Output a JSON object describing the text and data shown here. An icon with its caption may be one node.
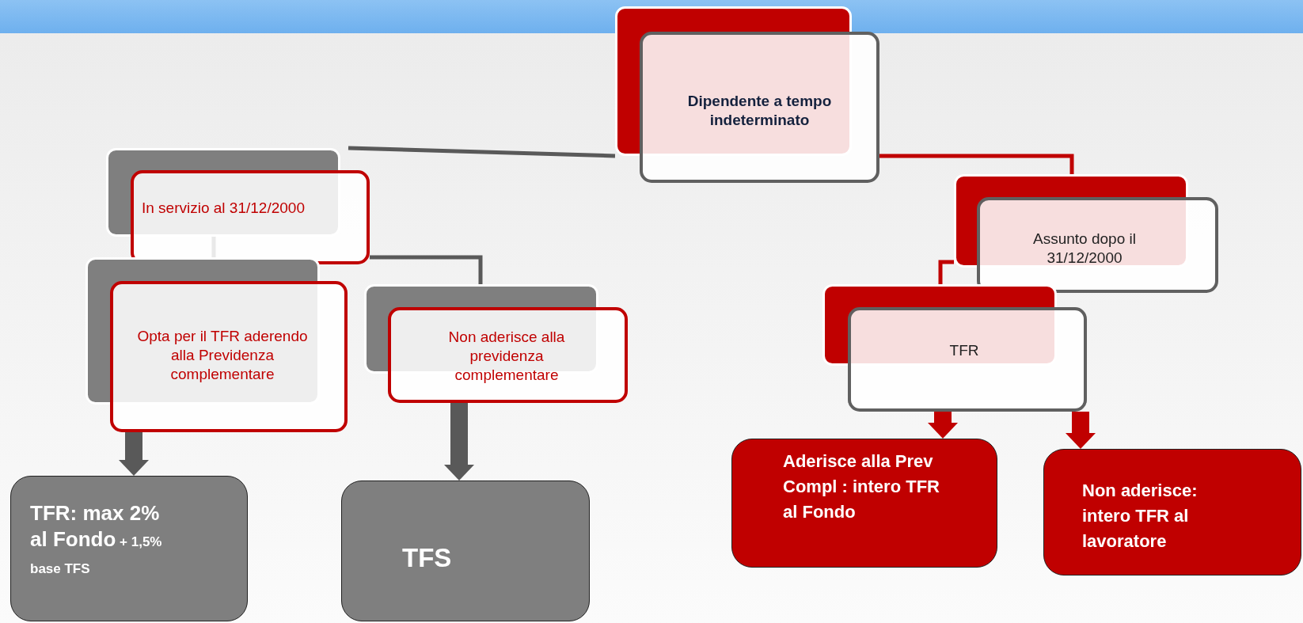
{
  "diagram": {
    "nodes": [
      {
        "text": [
          "Dipendente a tempo indeterminato"
        ]
      },
      {
        "text": [
          "In servizio al 31/12/2000"
        ]
      },
      {
        "text": [
          "Opta per il TFR aderendo alla Previdenza complementare"
        ]
      },
      {
        "text": [
          "Non aderisce alla previdenza complementare"
        ]
      },
      {
        "text": [
          "Assunto dopo il 31/12/2000"
        ]
      },
      {
        "text": [
          "TFR"
        ]
      },
      {
        "text": [
          "TFR: max 2% al Fondo",
          "+ 1,5% base TFS"
        ]
      },
      {
        "text": [
          "TFS"
        ]
      },
      {
        "text": [
          "Aderisce alla Prev Compl : intero TFR  al Fondo"
        ]
      },
      {
        "text": [
          "Non aderisce: intero TFR al lavoratore"
        ]
      }
    ],
    "edges": [
      {
        "from": 0,
        "to": 1,
        "arrow": "none"
      },
      {
        "from": 0,
        "to": 4,
        "arrow": "none",
        "color": "#c00000"
      },
      {
        "from": 1,
        "to": 2,
        "arrow": "none"
      },
      {
        "from": 1,
        "to": 3,
        "arrow": "none"
      },
      {
        "from": 4,
        "to": 5,
        "arrow": "none",
        "color": "#c00000"
      },
      {
        "from": 2,
        "to": 6,
        "arrow": "to",
        "style": "thick"
      },
      {
        "from": 3,
        "to": 7,
        "arrow": "to",
        "style": "thick"
      },
      {
        "from": 5,
        "to": 8,
        "arrow": "to",
        "style": "thick",
        "color": "#c00000"
      },
      {
        "from": 5,
        "to": 9,
        "arrow": "to",
        "style": "thick",
        "color": "#c00000"
      }
    ]
  }
}
